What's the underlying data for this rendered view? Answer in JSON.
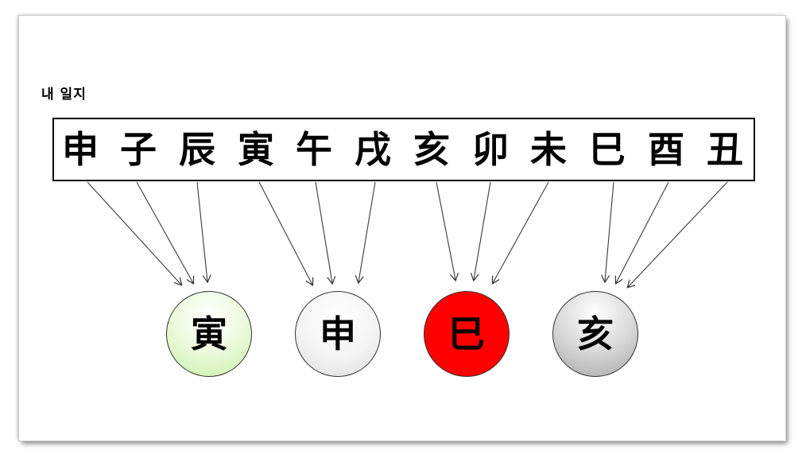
{
  "title": "내 일지",
  "branches": [
    "申",
    "子",
    "辰",
    "寅",
    "午",
    "戌",
    "亥",
    "卯",
    "未",
    "巳",
    "酉",
    "丑"
  ],
  "targets": [
    {
      "label": "寅",
      "color": "#c7f0a6"
    },
    {
      "label": "申",
      "color": "#dcdcdc"
    },
    {
      "label": "巳",
      "color": "#ff0000"
    },
    {
      "label": "亥",
      "color": "#a6a6a6"
    }
  ]
}
